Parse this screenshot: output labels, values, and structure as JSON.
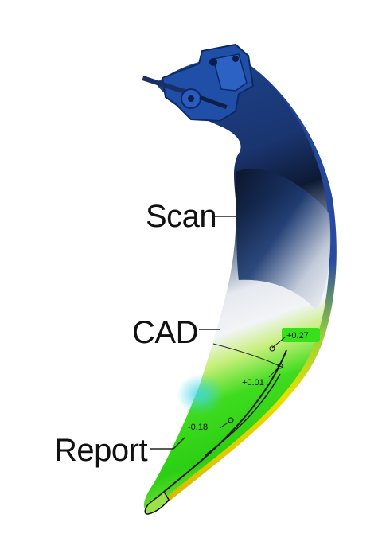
{
  "labels": {
    "scan": "Scan",
    "cad": "CAD",
    "report": "Report"
  },
  "deviations": {
    "d1": "+0.27",
    "d2": "+0.01",
    "d3": "-0.18"
  },
  "colors": {
    "scan_blue": "#1a3d8f",
    "cad_gray": "#e8ecf2",
    "report_green": "#39d81a",
    "report_yellow": "#e8e000",
    "report_cyan": "#3ad4e6",
    "leader": "#222222"
  }
}
